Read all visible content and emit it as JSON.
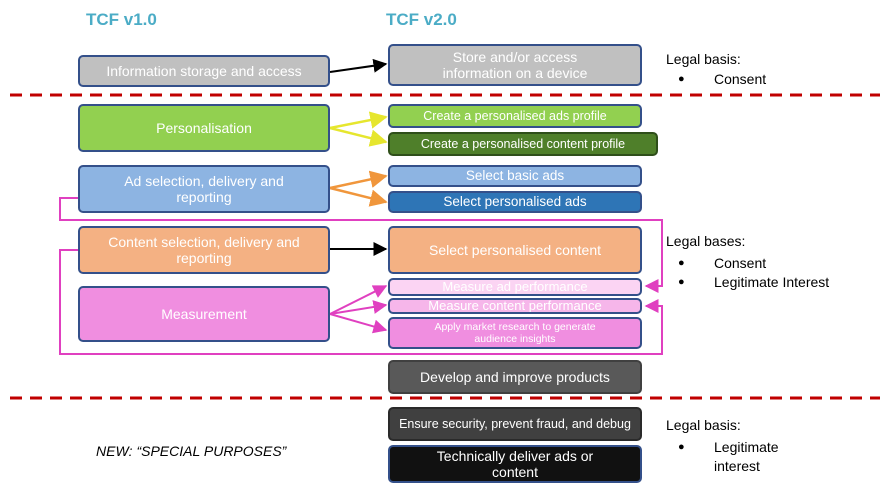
{
  "headers": {
    "v1": "TCF v1.0",
    "v2": "TCF v2.0"
  },
  "v1": {
    "storage": "Information storage and access",
    "personalisation": "Personalisation",
    "ad_selection": "Ad selection, delivery and reporting",
    "content_selection": "Content selection, delivery and reporting",
    "measurement": "Measurement"
  },
  "v2": {
    "store_access": "Store and/or access information on a device",
    "ads_profile": "Create a personalised ads profile",
    "content_profile": "Create a personalised content profile",
    "basic_ads": "Select basic ads",
    "personalised_ads": "Select personalised ads",
    "personalised_content": "Select personalised content",
    "measure_ad": "Measure ad performance",
    "measure_content": "Measure content performance",
    "market_research": "Apply market research to generate audience insights",
    "develop": "Develop and improve products",
    "security": "Ensure security, prevent fraud, and debug",
    "deliver": "Technically deliver ads or content"
  },
  "legal": {
    "top": {
      "title": "Legal basis:",
      "items": [
        "Consent"
      ]
    },
    "middle": {
      "title": "Legal bases:",
      "items": [
        "Consent",
        "Legitimate Interest"
      ]
    },
    "bottom": {
      "title": "Legal basis:",
      "items": [
        "Legitimate interest"
      ]
    }
  },
  "special_note": "NEW: “SPECIAL PURPOSES”",
  "colors": {
    "header": "#4bacc6",
    "divider": "#c00000",
    "box_border": "#34508a",
    "grey": "#c0c0c0",
    "green": "#92d050",
    "dark_green": "#4f7f2a",
    "light_blue": "#8db4e2",
    "blue": "#2e75b6",
    "orange": "#f4b183",
    "pink": "#f08ee0",
    "magenta": "#e040c0",
    "dark_grey": "#595959",
    "charcoal": "#404040",
    "black": "#111111"
  }
}
